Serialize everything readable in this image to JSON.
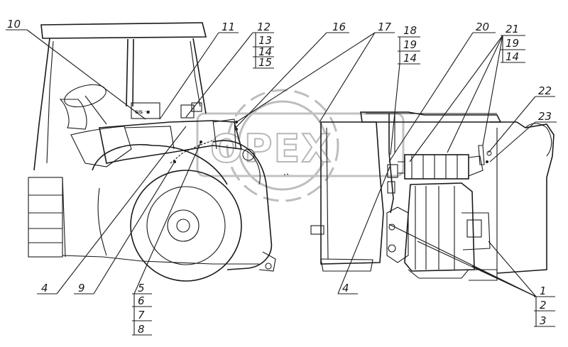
{
  "watermark": {
    "text": "OPEX"
  },
  "labels": {
    "l10": "10",
    "l11": "11",
    "l12": "12",
    "l13": "13",
    "l14a": "14",
    "l15": "15",
    "l16": "16",
    "l17": "17",
    "l18": "18",
    "l19a": "19",
    "l14b": "14",
    "l20": "20",
    "l21": "21",
    "l19b": "19",
    "l14c": "14",
    "l22": "22",
    "l23": "23",
    "l4a": "4",
    "l9": "9",
    "l5": "5",
    "l6": "6",
    "l7": "7",
    "l8": "8",
    "l4b": "4",
    "l1": "1",
    "l2": "2",
    "l3": "3"
  }
}
